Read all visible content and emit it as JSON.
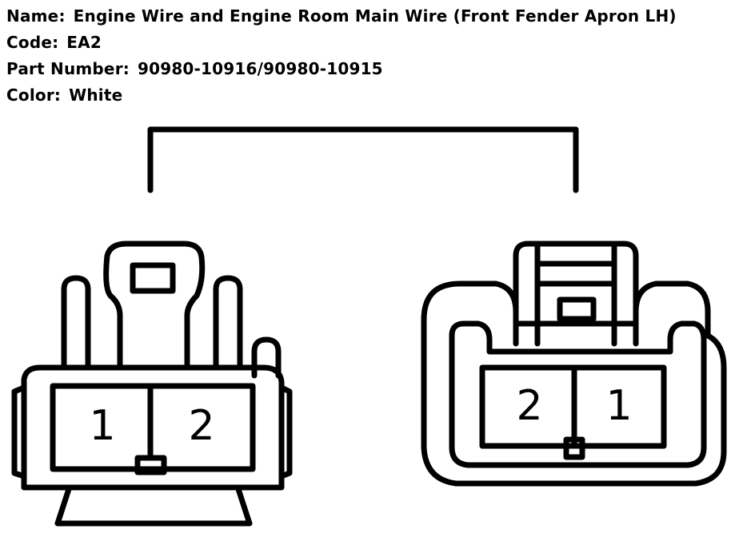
{
  "header": {
    "name_label": "Name:",
    "name_value": "Engine Wire and Engine Room Main Wire (Front Fender Apron LH)",
    "code_label": "Code:",
    "code_value": "EA2",
    "part_label": "Part Number:",
    "part_value": "90980-10916/90980-10915",
    "color_label": "Color:",
    "color_value": "White"
  },
  "connectors": {
    "left": {
      "pins": [
        "1",
        "2"
      ]
    },
    "right": {
      "pins": [
        "2",
        "1"
      ]
    }
  }
}
